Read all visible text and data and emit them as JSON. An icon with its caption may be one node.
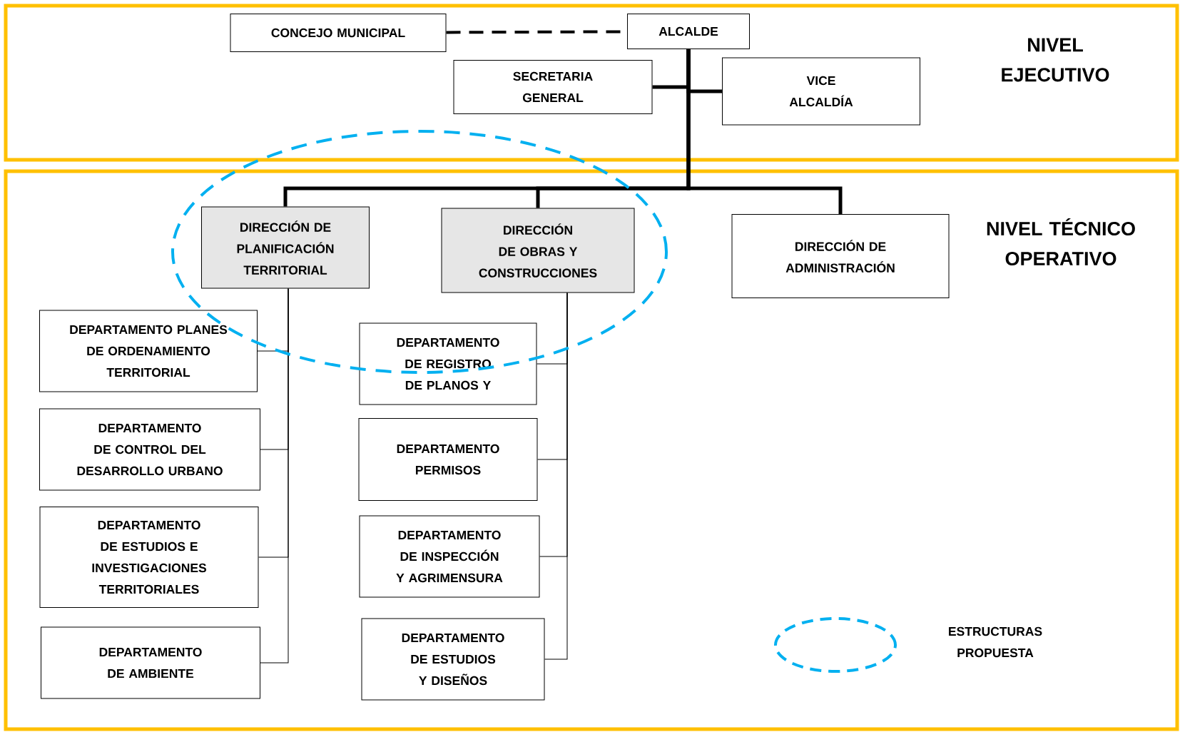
{
  "diagram": {
    "nodes": [
      {
        "text": [
          "NIVEL EJECUTIVO"
        ]
      },
      {
        "text": [
          "CONCEJO MUNICIPAL"
        ],
        "in": 0
      },
      {
        "text": [
          "ALCALDE"
        ],
        "in": 0
      },
      {
        "text": [
          "SECRETARIA GENERAL"
        ],
        "in": 0
      },
      {
        "text": [
          "VICE ALCALDÍA"
        ],
        "in": 0
      },
      {
        "text": [
          "NIVEL TÉCNICO OPERATIVO"
        ]
      },
      {
        "text": [
          "DIRECCIÓN DE PLANIFICACIÓN TERRITORIAL"
        ],
        "in": 5
      },
      {
        "text": [
          "DIRECCIÓN DE OBRAS Y CONSTRUCCIONES"
        ],
        "in": 5
      },
      {
        "text": [
          "DIRECCIÓN DE ADMINISTRACIÓN"
        ],
        "in": 5
      },
      {
        "text": [
          "DEPARTAMENTO PLANES DE ORDENAMIENTO TERRITORIAL"
        ],
        "in": 5
      },
      {
        "text": [
          "DEPARTAMENTO DE CONTROL DEL DESARROLLO URBANO"
        ],
        "in": 5
      },
      {
        "text": [
          "DEPARTAMENTO DE ESTUDIOS E INVESTIGACIONES TERRITORIALES"
        ],
        "in": 5
      },
      {
        "text": [
          "DEPARTAMENTO DE AMBIENTE"
        ],
        "in": 5
      },
      {
        "text": [
          "DEPARTAMENTO DE REGISTRO DE PLANOS Y"
        ],
        "in": 5
      },
      {
        "text": [
          "DEPARTAMENTO PERMISOS"
        ],
        "in": 5
      },
      {
        "text": [
          "DEPARTAMENTO DE INSPECCIÓN Y AGRIMENSURA"
        ],
        "in": 5
      },
      {
        "text": [
          "DEPARTAMENTO DE ESTUDIOS Y DISEÑOS"
        ],
        "in": 5
      }
    ],
    "edges": [
      {
        "from": 1,
        "to": 2,
        "arrow": "none",
        "style": "dashed"
      },
      {
        "from": 2,
        "to": 3,
        "arrow": "none",
        "style": "thick"
      },
      {
        "from": 2,
        "to": 4,
        "arrow": "none",
        "style": "thick"
      },
      {
        "from": 2,
        "to": 6,
        "arrow": "none",
        "style": "thick"
      },
      {
        "from": 2,
        "to": 7,
        "arrow": "none",
        "style": "thick"
      },
      {
        "from": 2,
        "to": 8,
        "arrow": "none",
        "style": "thick"
      },
      {
        "from": 6,
        "to": 9,
        "arrow": "none"
      },
      {
        "from": 6,
        "to": 10,
        "arrow": "none"
      },
      {
        "from": 6,
        "to": 11,
        "arrow": "none"
      },
      {
        "from": 6,
        "to": 12,
        "arrow": "none"
      },
      {
        "from": 7,
        "to": 13,
        "arrow": "none"
      },
      {
        "from": 7,
        "to": 14,
        "arrow": "none"
      },
      {
        "from": 7,
        "to": 15,
        "arrow": "none"
      },
      {
        "from": 7,
        "to": 16,
        "arrow": "none"
      }
    ],
    "legend": [
      {
        "text": "ESTRUCTURAS PROPUESTA"
      }
    ]
  }
}
